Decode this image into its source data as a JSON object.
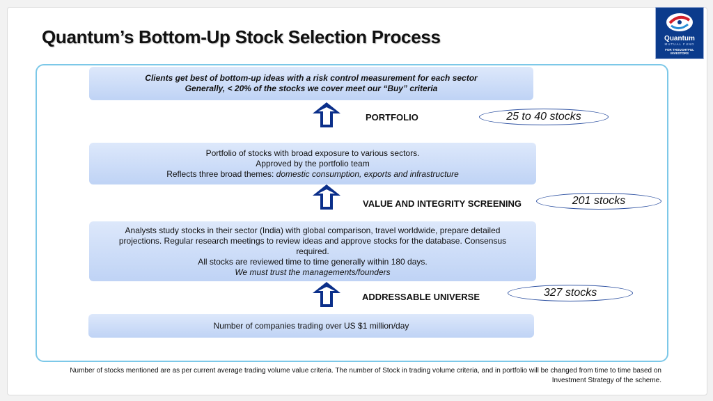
{
  "title": "Quantum’s Bottom-Up Stock Selection Process",
  "logo": {
    "name": "Quantum",
    "sub": "MUTUAL FUND",
    "tagline": "FOR THOUGHTFUL INVESTORS"
  },
  "boxes": {
    "top": {
      "line1": "Clients get best of bottom-up ideas with a risk control measurement for each sector",
      "line2": "Generally, < 20% of the stocks we cover meet our “Buy” criteria"
    },
    "portfolio": {
      "line1": "Portfolio of stocks with broad exposure to various sectors.",
      "line2": "Approved by the portfolio team",
      "line3_prefix": "Reflects three broad themes: ",
      "line3_italic": "domestic consumption, exports and infrastructure"
    },
    "research": {
      "line1": "Analysts study stocks in their sector (India) with global comparison, travel worldwide, prepare detailed projections. Regular research meetings to review ideas and approve stocks for the database. Consensus required.",
      "line2": "All stocks are reviewed time to time generally within 180 days.",
      "line3": "We must trust the managements/founders"
    },
    "universe": {
      "line1": "Number of companies trading over US $1 million/day"
    }
  },
  "stages": [
    {
      "label": "PORTFOLIO",
      "count": "25 to 40 stocks"
    },
    {
      "label": "VALUE AND INTEGRITY SCREENING",
      "count": "201 stocks"
    },
    {
      "label": "ADDRESSABLE UNIVERSE",
      "count": "327 stocks"
    }
  ],
  "footnote": "Number of stocks mentioned are as per current average trading volume value criteria. The number of Stock in trading volume criteria, and in portfolio will be changed from time to time based on Investment Strategy of the scheme.",
  "colors": {
    "arrow": "#0b2f8a",
    "frame": "#7cc8e8",
    "logo_bg": "#0b3b8c"
  }
}
